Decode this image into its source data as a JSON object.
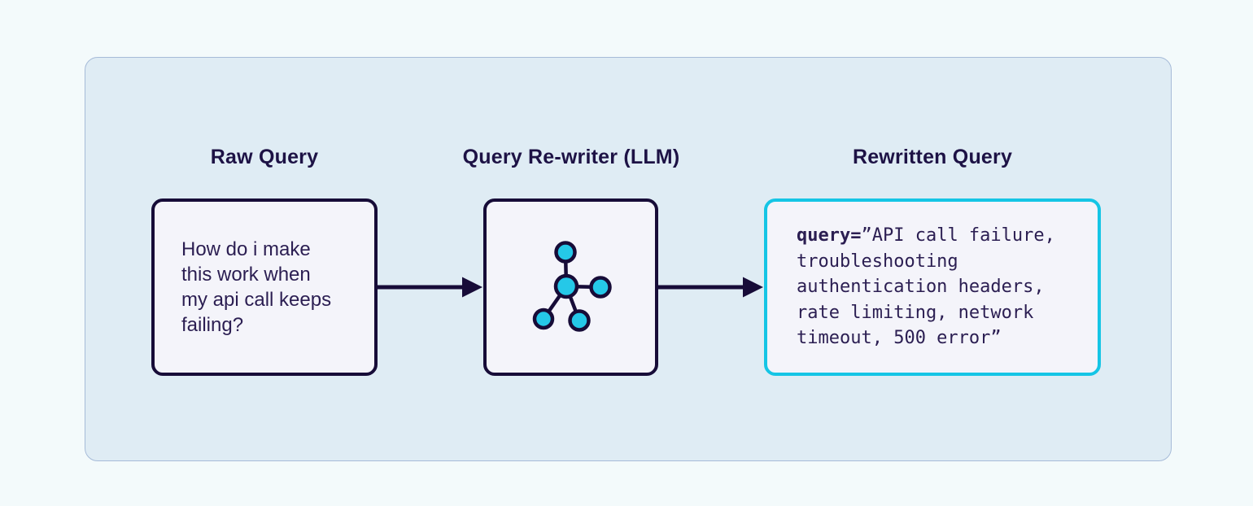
{
  "diagram": {
    "titles": {
      "raw_query": "Raw Query",
      "rewriter": "Query Re-writer (LLM)",
      "rewritten_query": "Rewritten Query"
    },
    "raw_query": {
      "lines": [
        "How do i make",
        "this work when",
        "my api call keeps",
        "failing?"
      ]
    },
    "rewritten_query": {
      "prefix": "query=",
      "line1_rest": "”API call failure,",
      "lines": [
        "troubleshooting",
        "authentication headers,",
        "rate limiting, network",
        "timeout, 500 error”"
      ]
    },
    "icons": {
      "llm": "network-graph-icon",
      "flow": "arrow-right-icon"
    },
    "colors": {
      "page_background": "#f3fafb",
      "container_background": "#dfecf4",
      "container_border": "#a6bbd8",
      "box_fill": "#f4f4fa",
      "navy_accent": "#170c38",
      "cyan_accent": "#15c5e5",
      "node_fill": "#25c8e8",
      "title_text": "#1d1245",
      "body_text": "#2b1e52"
    }
  }
}
